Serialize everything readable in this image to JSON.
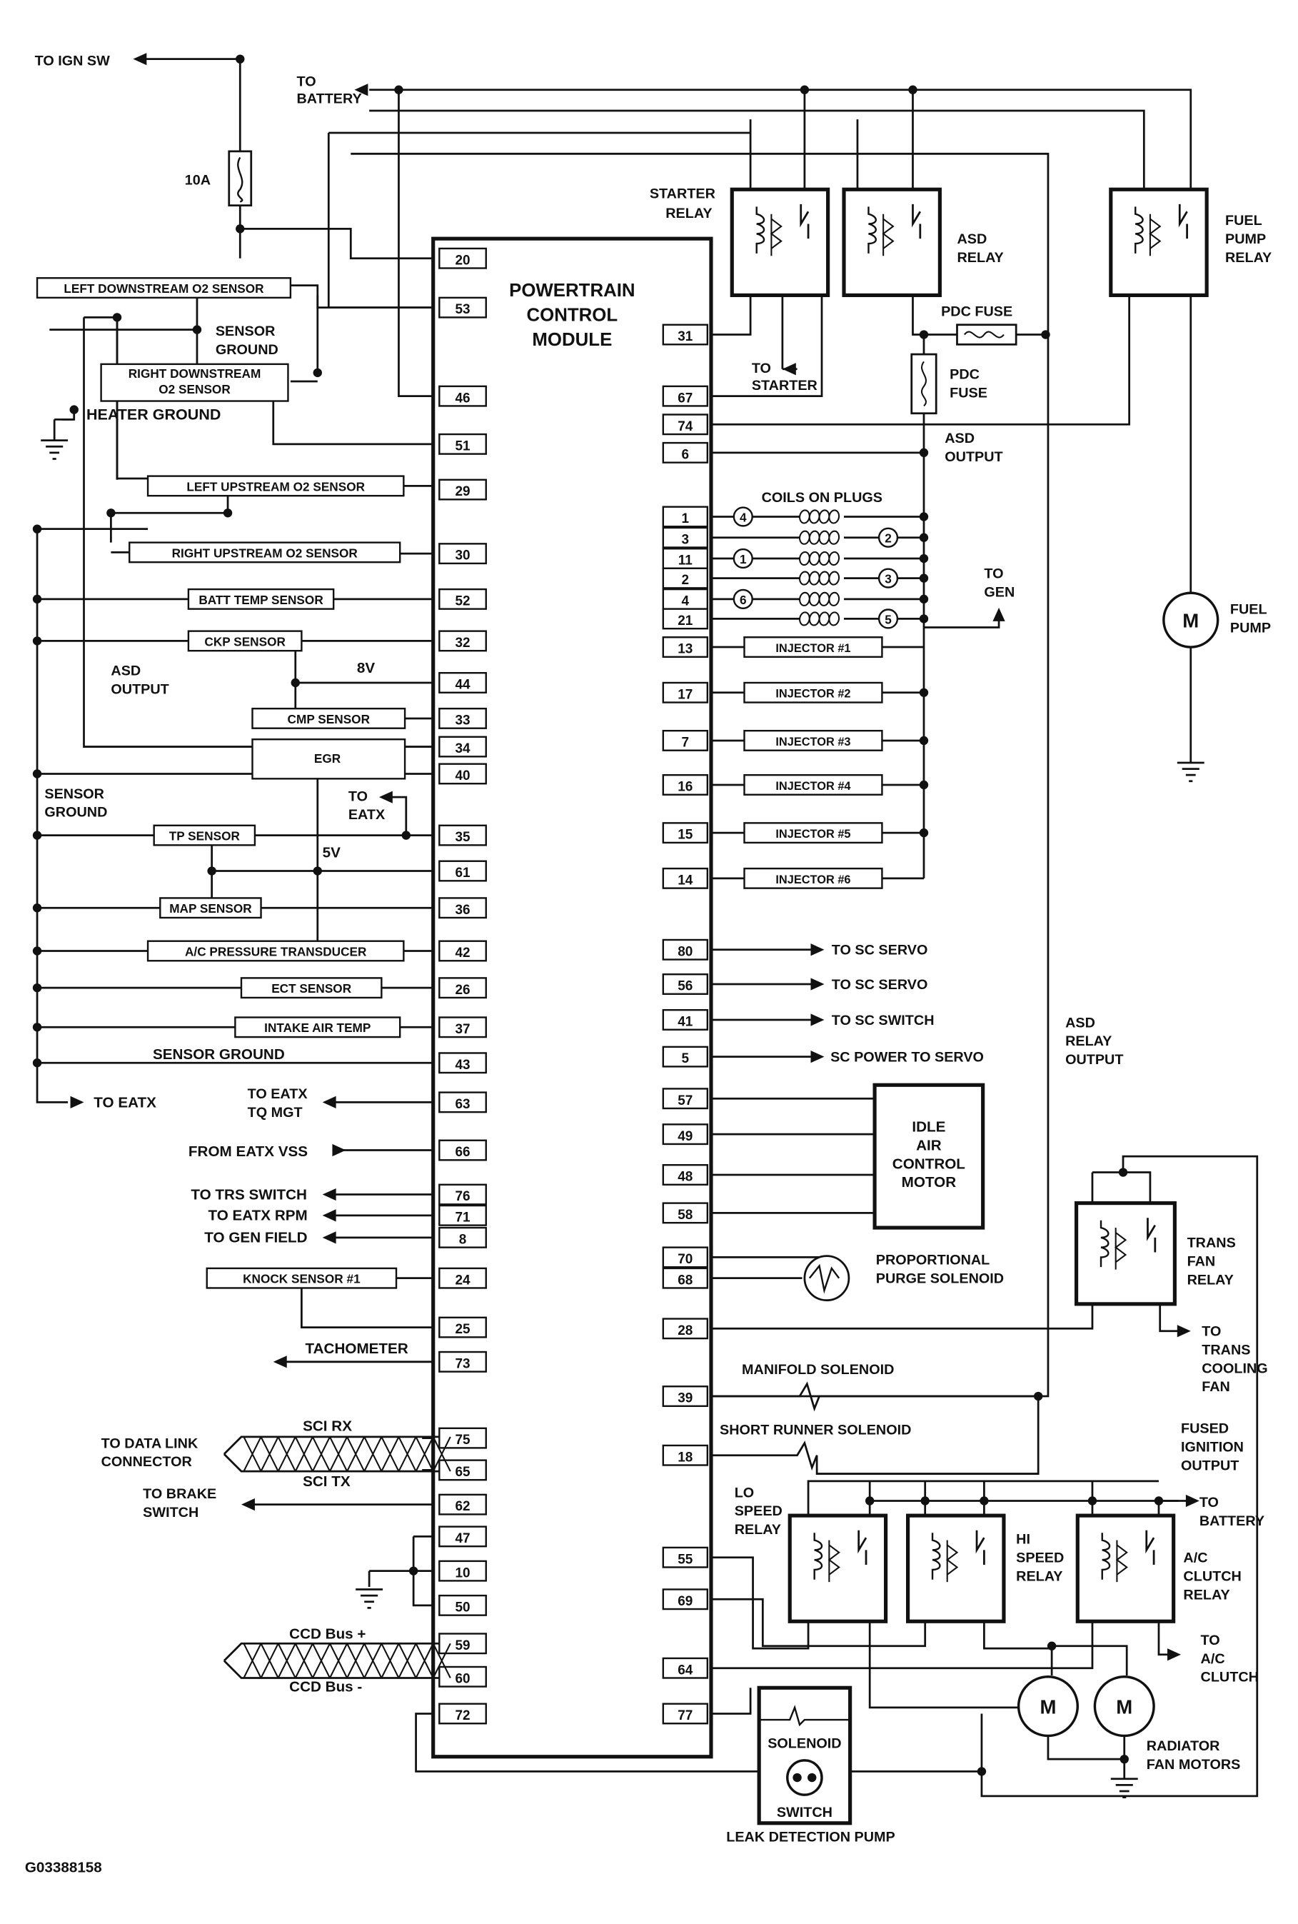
{
  "module": {
    "title": [
      "POWERTRAIN",
      "CONTROL",
      "MODULE"
    ]
  },
  "left_pins": [
    "20",
    "53",
    "46",
    "51",
    "29",
    "30",
    "52",
    "32",
    "44",
    "33",
    "34",
    "40",
    "35",
    "61",
    "36",
    "42",
    "26",
    "37",
    "43",
    "63",
    "66",
    "76",
    "71",
    "8",
    "24",
    "25",
    "73",
    "75",
    "65",
    "62",
    "47",
    "10",
    "50",
    "59",
    "60",
    "72"
  ],
  "right_pins": [
    "31",
    "67",
    "74",
    "6",
    "1",
    "3",
    "11",
    "2",
    "4",
    "21",
    "13",
    "17",
    "7",
    "16",
    "15",
    "14",
    "80",
    "56",
    "41",
    "5",
    "57",
    "49",
    "48",
    "58",
    "70",
    "68",
    "28",
    "39",
    "18",
    "55",
    "69",
    "64",
    "77"
  ],
  "sensors": [
    "LEFT DOWNSTREAM O2 SENSOR",
    "RIGHT DOWNSTREAM",
    "O2 SENSOR",
    "LEFT UPSTREAM O2 SENSOR",
    "RIGHT UPSTREAM O2 SENSOR",
    "BATT TEMP SENSOR",
    "CKP SENSOR",
    "CMP SENSOR",
    "EGR",
    "TP SENSOR",
    "MAP SENSOR",
    "A/C PRESSURE TRANSDUCER",
    "ECT SENSOR",
    "INTAKE AIR TEMP",
    "KNOCK SENSOR #1"
  ],
  "injectors": [
    "INJECTOR #1",
    "INJECTOR #2",
    "INJECTOR #3",
    "INJECTOR #4",
    "INJECTOR #5",
    "INJECTOR #6"
  ],
  "coil_numbers": [
    "4",
    "2",
    "1",
    "3",
    "6",
    "5"
  ],
  "labels": {
    "to_ign_sw": "TO IGN SW",
    "to_battery_top": [
      "TO",
      "BATTERY"
    ],
    "fuse_10a": "10A",
    "starter_relay": [
      "STARTER",
      "RELAY"
    ],
    "asd_relay": [
      "ASD",
      "RELAY"
    ],
    "fuel_pump_relay": [
      "FUEL",
      "PUMP",
      "RELAY"
    ],
    "pdc_fuse_h": "PDC FUSE",
    "pdc_fuse_v": [
      "PDC",
      "FUSE"
    ],
    "to_starter": [
      "TO",
      "STARTER"
    ],
    "asd_output_r": [
      "ASD",
      "OUTPUT"
    ],
    "coils_on_plugs": "COILS ON PLUGS",
    "to_gen": [
      "TO",
      "GEN"
    ],
    "fuel_pump": [
      "FUEL",
      "PUMP"
    ],
    "motor_m": "M",
    "sensor_ground_1": [
      "SENSOR",
      "GROUND"
    ],
    "heater_ground": "HEATER GROUND",
    "asd_output_l": [
      "ASD",
      "OUTPUT"
    ],
    "v8": "8V",
    "sensor_ground_2": [
      "SENSOR",
      "GROUND"
    ],
    "to_eatx_1": [
      "TO",
      "EATX"
    ],
    "v5": "5V",
    "sensor_ground_3": "SENSOR GROUND",
    "to_eatx_2": "TO EATX",
    "to_eatx_tq": [
      "TO EATX",
      "TQ MGT"
    ],
    "from_eatx_vss": "FROM EATX VSS",
    "to_trs_switch": "TO TRS SWITCH",
    "to_eatx_rpm": "TO EATX RPM",
    "to_gen_field": "TO GEN FIELD",
    "tachometer": "TACHOMETER",
    "sci_rx": "SCI RX",
    "sci_tx": "SCI TX",
    "to_data_link": [
      "TO DATA LINK",
      "CONNECTOR"
    ],
    "to_brake_switch": [
      "TO BRAKE",
      "SWITCH"
    ],
    "ccd_plus": "CCD Bus +",
    "ccd_minus": "CCD Bus -",
    "to_sc_servo_1": "TO SC SERVO",
    "to_sc_servo_2": "TO SC SERVO",
    "to_sc_switch": "TO SC SWITCH",
    "sc_power": "SC POWER TO SERVO",
    "asd_relay_output": [
      "ASD",
      "RELAY",
      "OUTPUT"
    ],
    "idle_air": [
      "IDLE",
      "AIR",
      "CONTROL",
      "MOTOR"
    ],
    "prop_purge": [
      "PROPORTIONAL",
      "PURGE SOLENOID"
    ],
    "trans_fan_relay": [
      "TRANS",
      "FAN",
      "RELAY"
    ],
    "to_trans_cooling_fan": [
      "TO",
      "TRANS",
      "COOLING",
      "FAN"
    ],
    "manifold_solenoid": "MANIFOLD SOLENOID",
    "short_runner_solenoid": "SHORT RUNNER SOLENOID",
    "fused_ignition_output": [
      "FUSED",
      "IGNITION",
      "OUTPUT"
    ],
    "lo_speed_relay": [
      "LO",
      "SPEED",
      "RELAY"
    ],
    "hi_speed_relay": [
      "HI",
      "SPEED",
      "RELAY"
    ],
    "to_battery_bottom": [
      "TO",
      "BATTERY"
    ],
    "ac_clutch_relay": [
      "A/C",
      "CLUTCH",
      "RELAY"
    ],
    "to_ac_clutch": [
      "TO",
      "A/C",
      "CLUTCH"
    ],
    "radiator_fan_motors": [
      "RADIATOR",
      "FAN MOTORS"
    ],
    "solenoid": "SOLENOID",
    "switch": "SWITCH",
    "leak_detection_pump": "LEAK DETECTION PUMP",
    "figure_id": "G03388158"
  }
}
